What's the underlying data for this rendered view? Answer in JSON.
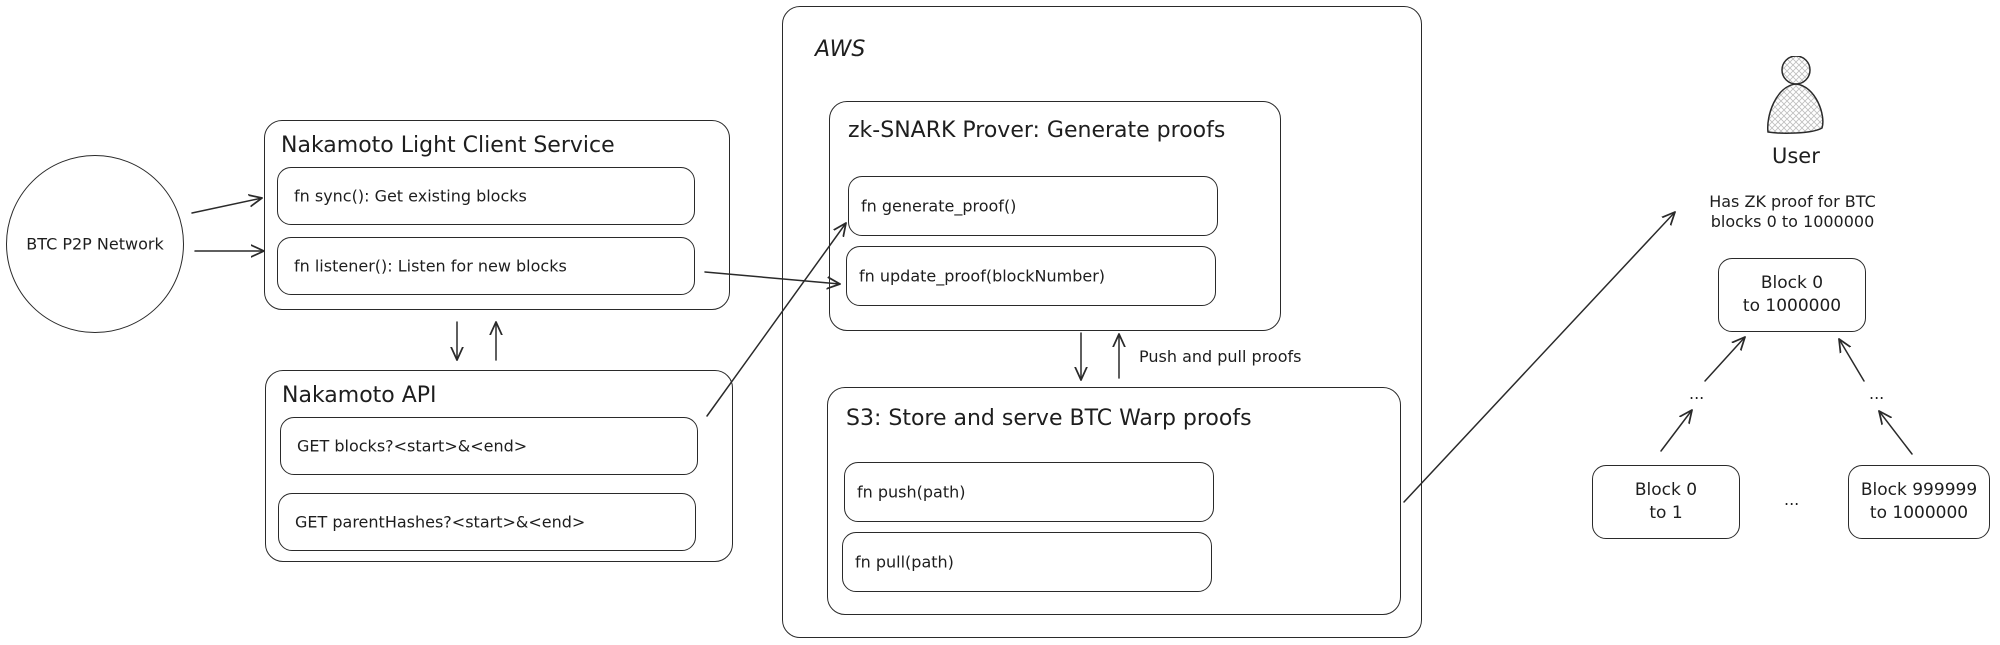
{
  "btc_network": {
    "label": "BTC P2P Network"
  },
  "light_client": {
    "title": "Nakamoto Light Client Service",
    "functions": [
      "fn sync(): Get existing blocks",
      "fn listener(): Listen for new blocks"
    ]
  },
  "api": {
    "title": "Nakamoto API",
    "endpoints": [
      "GET blocks?<start>&<end>",
      "GET parentHashes?<start>&<end>"
    ]
  },
  "aws": {
    "title": "AWS",
    "prover": {
      "title": "zk-SNARK Prover: Generate proofs",
      "functions": [
        "fn generate_proof()",
        "fn update_proof(blockNumber)"
      ]
    },
    "link_label": "Push and pull proofs",
    "s3": {
      "title": "S3: Store and serve BTC Warp proofs",
      "functions": [
        "fn push(path)",
        "fn pull(path)"
      ]
    }
  },
  "user": {
    "icon": "user-icon",
    "label": "User",
    "note": "Has ZK proof for BTC\nblocks 0 to 1000000"
  },
  "proof_tree": {
    "root": "Block 0\nto 1000000",
    "ellipsis_left": "...",
    "ellipsis_right": "...",
    "ellipsis_middle": "...",
    "leaves": [
      "Block 0\nto 1",
      "Block 999999\nto 1000000"
    ]
  }
}
